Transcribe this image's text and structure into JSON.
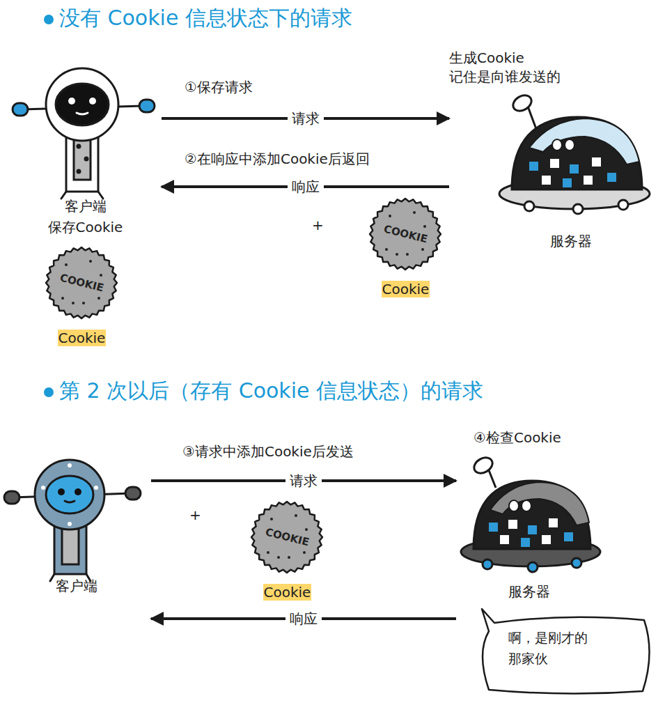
{
  "diagram": {
    "nodes": [
      {
        "text": [
          "客户端",
          "保存Cookie"
        ]
      },
      {
        "text": [
          "生成Cookie 记住是向谁发送的",
          "服务器"
        ]
      },
      {
        "text": [
          "COOKIE",
          "Cookie"
        ]
      },
      {
        "text": [
          "COOKIE",
          "Cookie"
        ]
      },
      {
        "text": [
          "客户端"
        ]
      },
      {
        "text": [
          "④检查Cookie",
          "服务器"
        ]
      },
      {
        "text": [
          "COOKIE",
          "Cookie"
        ]
      },
      {
        "text": [
          "啊，是刚才的 那家伙"
        ]
      }
    ],
    "edges": [
      {
        "from": 0,
        "to": 1,
        "label": "请求",
        "arrow": "to"
      },
      {
        "from": 1,
        "to": 0,
        "label": "响应",
        "arrow": "to"
      },
      {
        "from": 4,
        "to": 5,
        "label": "请求",
        "arrow": "to"
      },
      {
        "from": 5,
        "to": 4,
        "label": "响应",
        "arrow": "to"
      }
    ],
    "labels": [
      "没有 Cookie 信息状态下的请求",
      "①保存请求",
      "②在响应中添加Cookie后返回",
      "+",
      "第 2 次以后（存有 Cookie 信息状态）的请求",
      "③请求中添加Cookie后发送",
      "+"
    ]
  }
}
